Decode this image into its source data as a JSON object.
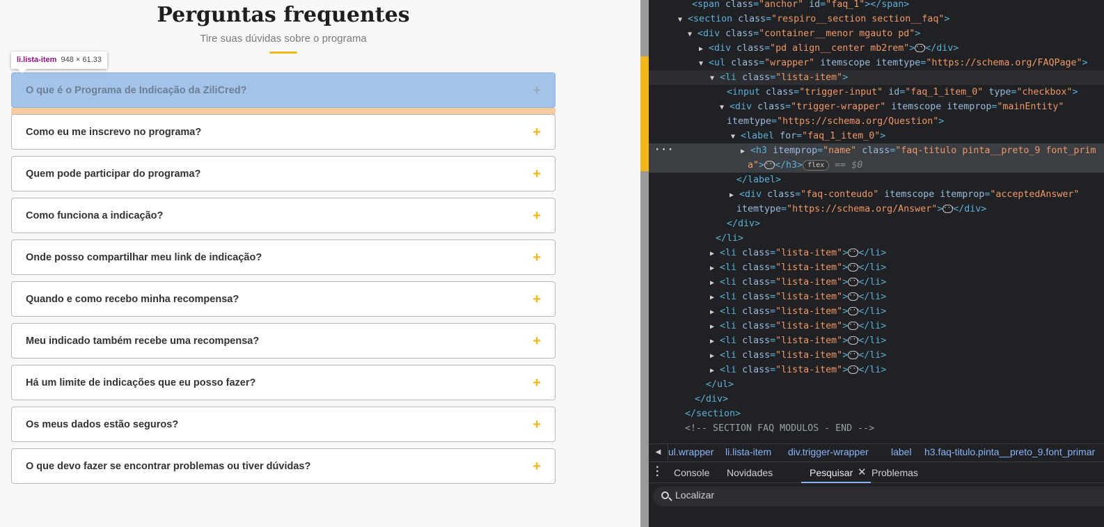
{
  "faq": {
    "title": "Perguntas frequentes",
    "subtitle": "Tire suas dúvidas sobre o programa",
    "items": [
      {
        "question": "O que é o Programa de Indicação da ZiliCred?",
        "icon": "+"
      },
      {
        "question": "Como eu me inscrevo no programa?",
        "icon": "+"
      },
      {
        "question": "Quem pode participar do programa?",
        "icon": "+"
      },
      {
        "question": "Como funciona a indicação?",
        "icon": "+"
      },
      {
        "question": "Onde posso compartilhar meu link de indicação?",
        "icon": "+"
      },
      {
        "question": "Quando e como recebo minha recompensa?",
        "icon": "+"
      },
      {
        "question": "Meu indicado também recebe uma recompensa?",
        "icon": "+"
      },
      {
        "question": "Há um limite de indicações que eu posso fazer?",
        "icon": "+"
      },
      {
        "question": "Os meus dados estão seguros?",
        "icon": "+"
      },
      {
        "question": "O que devo fazer se encontrar problemas ou tiver dúvidas?",
        "icon": "+"
      }
    ]
  },
  "inspect_tooltip": {
    "element": "li.lista-item",
    "dimensions": "948 × 61.33"
  },
  "devtools": {
    "breadcrumbs": [
      "ul.wrapper",
      "li.lista-item",
      "div.trigger-wrapper",
      "label",
      "h3.faq-titulo.pinta__preto_9.font_primar"
    ],
    "drawer_tabs": [
      "Console",
      "Novidades",
      "Pesquisar",
      "Problemas"
    ],
    "active_tab": "Pesquisar",
    "search_placeholder": "Localizar"
  },
  "colors": {
    "accent": "#f4b71a",
    "highlight": "#a4c3e8",
    "devtools_bg": "#202124"
  }
}
